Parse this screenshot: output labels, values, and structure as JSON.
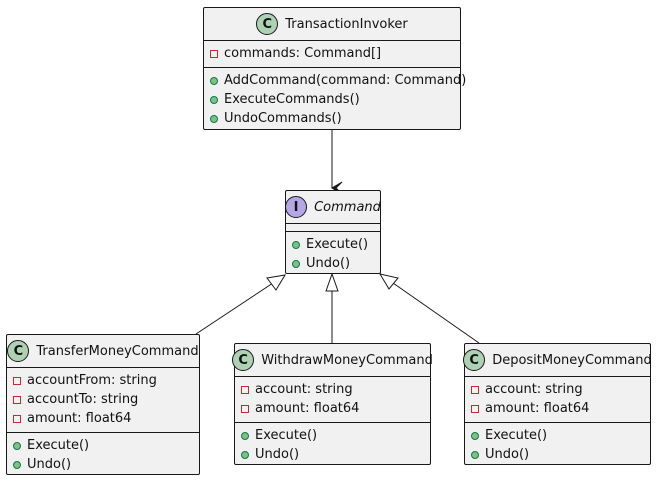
{
  "colors": {
    "class_badge": "#add1b2",
    "interface_badge": "#b4a7e5",
    "box_fill": "#f1f1f1",
    "private_marker": "#c82930",
    "public_marker": "#84be84"
  },
  "classes": {
    "invoker": {
      "badge": "C",
      "name": "TransactionInvoker",
      "fields": [
        "commands: Command[]"
      ],
      "methods": [
        "AddCommand(command: Command)",
        "ExecuteCommands()",
        "UndoCommands()"
      ]
    },
    "command": {
      "badge": "I",
      "name": "Command",
      "fields": [],
      "methods": [
        "Execute()",
        "Undo()"
      ]
    },
    "transfer": {
      "badge": "C",
      "name": "TransferMoneyCommand",
      "fields": [
        "accountFrom: string",
        "accountTo: string",
        "amount: float64"
      ],
      "methods": [
        "Execute()",
        "Undo()"
      ]
    },
    "withdraw": {
      "badge": "C",
      "name": "WithdrawMoneyCommand",
      "fields": [
        "account: string",
        "amount: float64"
      ],
      "methods": [
        "Execute()",
        "Undo()"
      ]
    },
    "deposit": {
      "badge": "C",
      "name": "DepositMoneyCommand",
      "fields": [
        "account: string",
        "amount: float64"
      ],
      "methods": [
        "Execute()",
        "Undo()"
      ]
    }
  }
}
